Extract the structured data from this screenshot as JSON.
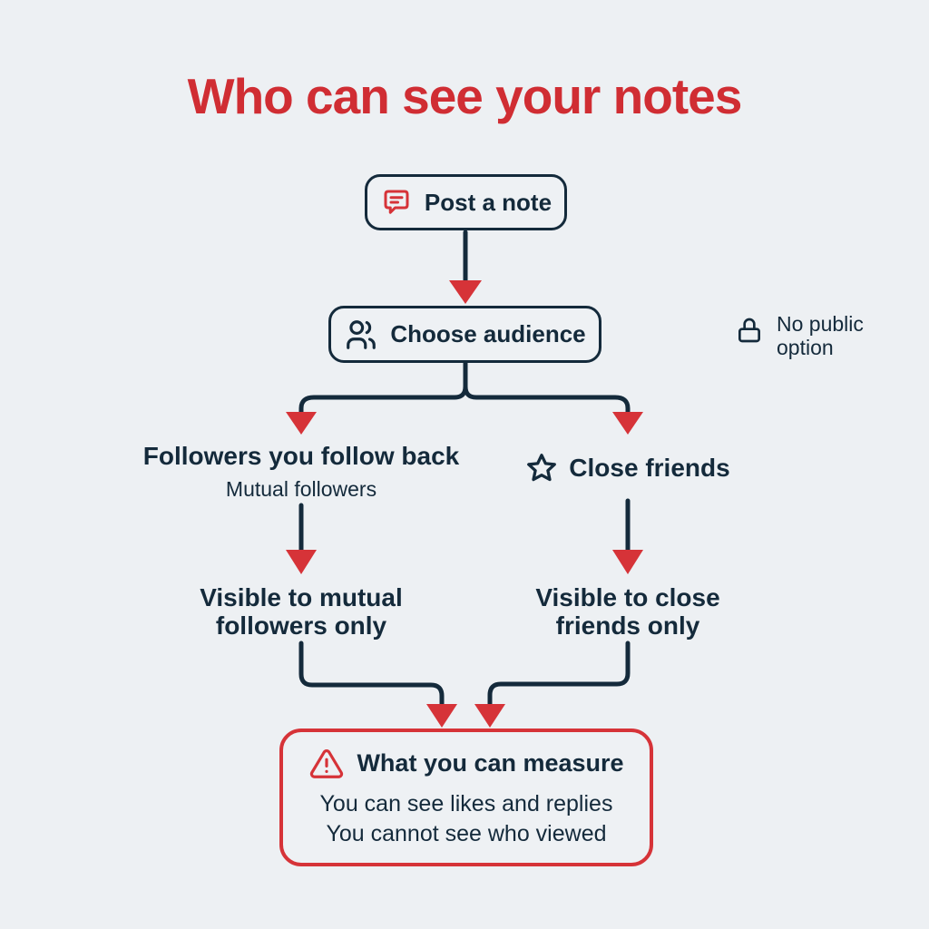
{
  "colors": {
    "background": "#edf0f3",
    "navy": "#142a3b",
    "red_title": "#d02d33",
    "red_accent": "#d63338"
  },
  "title": "Who can see your notes",
  "flow": {
    "post_note": {
      "label": "Post a note",
      "icon": "chat-icon"
    },
    "choose_audience": {
      "label": "Choose audience",
      "icon": "people-icon"
    },
    "no_public": {
      "line1": "No public",
      "line2": "option",
      "icon": "lock-icon"
    },
    "branch_left": {
      "title": "Followers you follow back",
      "subtitle": "Mutual followers"
    },
    "branch_right": {
      "label": "Close friends",
      "icon": "star-icon"
    },
    "outcome_left": {
      "line1": "Visible to mutual",
      "line2": "followers only"
    },
    "outcome_right": {
      "line1": "Visible to close",
      "line2": "friends only"
    },
    "measure": {
      "icon": "warning-icon",
      "title": "What you can measure",
      "lines": [
        "You can see likes and replies",
        "You cannot see who viewed"
      ]
    }
  }
}
